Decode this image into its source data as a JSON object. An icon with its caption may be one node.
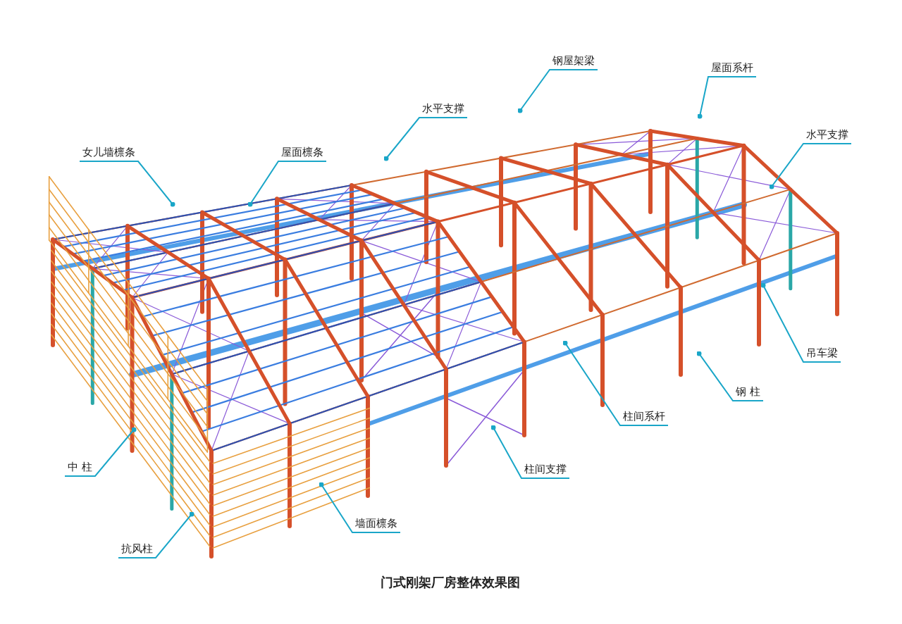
{
  "diagram": {
    "caption": "门式刚架厂房整体效果图",
    "nodes": [
      {
        "text": [
          "钢屋架梁"
        ]
      },
      {
        "text": [
          "屋面系杆"
        ]
      },
      {
        "text": [
          "水平支撑"
        ]
      },
      {
        "text": [
          "水平支撑"
        ]
      },
      {
        "text": [
          "女儿墙檩条"
        ]
      },
      {
        "text": [
          "屋面檩条"
        ]
      },
      {
        "text": [
          "吊车梁"
        ]
      },
      {
        "text": [
          "钢 柱"
        ]
      },
      {
        "text": [
          "柱间系杆"
        ]
      },
      {
        "text": [
          "柱间支撑"
        ]
      },
      {
        "text": [
          "中 柱"
        ]
      },
      {
        "text": [
          "墙面檩条"
        ]
      },
      {
        "text": [
          "抗风柱"
        ]
      }
    ],
    "edges": [
      {
        "from": 0,
        "to": null,
        "arrow": "other"
      },
      {
        "from": 1,
        "to": null,
        "arrow": "other"
      },
      {
        "from": 2,
        "to": null,
        "arrow": "other"
      },
      {
        "from": 3,
        "to": null,
        "arrow": "other"
      },
      {
        "from": 4,
        "to": null,
        "arrow": "other"
      },
      {
        "from": 5,
        "to": null,
        "arrow": "other"
      },
      {
        "from": 6,
        "to": null,
        "arrow": "other"
      },
      {
        "from": 7,
        "to": null,
        "arrow": "other"
      },
      {
        "from": 8,
        "to": null,
        "arrow": "other"
      },
      {
        "from": 9,
        "to": null,
        "arrow": "other"
      },
      {
        "from": 10,
        "to": null,
        "arrow": "other"
      },
      {
        "from": 11,
        "to": null,
        "arrow": "other"
      },
      {
        "from": 12,
        "to": null,
        "arrow": "other"
      }
    ]
  }
}
